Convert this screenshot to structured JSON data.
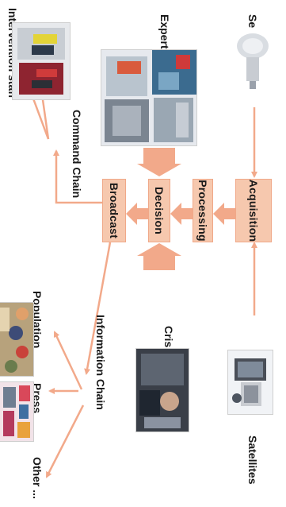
{
  "boxes": {
    "acquisition": "Acquisition",
    "processing": "Processing",
    "decision": "Decision",
    "broadcast": "Broadcast"
  },
  "sources": {
    "satellites": "Satellites",
    "sensors": "Sensors",
    "crisis_staff": "Crisis staff",
    "experts": "Experts"
  },
  "information_chain": {
    "title": "Information Chain",
    "targets": [
      "Population",
      "Press",
      "Other ..."
    ]
  },
  "command_chain": {
    "title": "Command Chain",
    "target": "Intervention staff"
  },
  "colors": {
    "box_fill": "#f6c8ae",
    "box_border": "#f0a888",
    "arrow": "#f2a98a"
  }
}
